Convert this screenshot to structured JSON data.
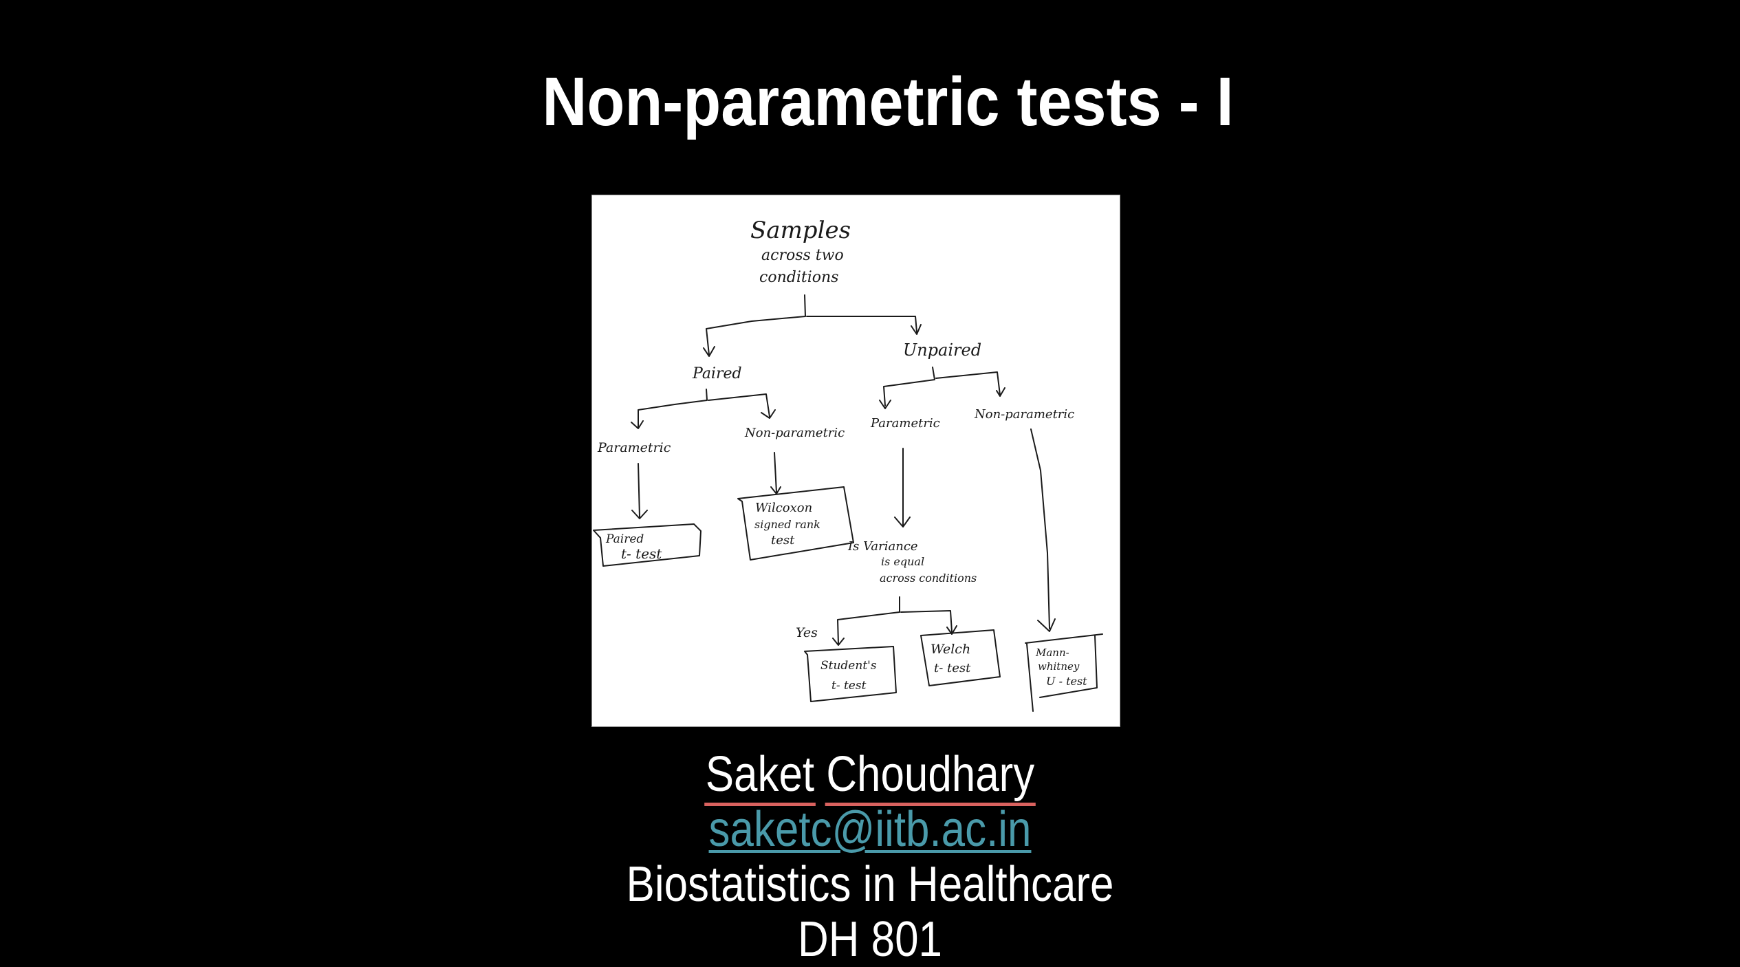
{
  "slide": {
    "title": "Non-parametric tests - I",
    "background_color": "#000000",
    "text_color": "#ffffff"
  },
  "diagram": {
    "root": {
      "line1": "Samples",
      "line2": "across two",
      "line3": "conditions"
    },
    "paired": {
      "label": "Paired",
      "parametric": "Parametric",
      "non_parametric": "Non-parametric",
      "parametric_test": {
        "line1": "Paired",
        "line2": "t- test"
      },
      "non_parametric_test": {
        "line1": "Wilcoxon",
        "line2": "signed rank",
        "line3": "test"
      }
    },
    "unpaired": {
      "label": "Unpaired",
      "parametric": "Parametric",
      "non_parametric": "Non-parametric",
      "variance_question": {
        "line1": "Is Variance",
        "line2": "is equal",
        "line3": "across conditions"
      },
      "yes_label": "Yes",
      "equal_variance_test": {
        "line1": "Student's",
        "line2": "t- test"
      },
      "unequal_variance_test": {
        "line1": "Welch",
        "line2": "t- test"
      },
      "non_parametric_test": {
        "line1": "Mann-",
        "line2": "whitney",
        "line3": "U - test"
      }
    }
  },
  "footer": {
    "author_first": "Saket",
    "author_last": "Choudhary",
    "email": "saketc@iitb.ac.in",
    "course": "Biostatistics in Healthcare",
    "course_code": "DH 801",
    "spellcheck_underline_color": "#d9625f",
    "link_color": "#4a9aaa"
  }
}
